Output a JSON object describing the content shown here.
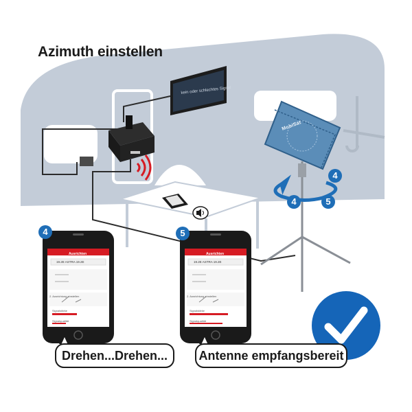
{
  "title": "Azimuth einstellen",
  "bubbles": {
    "left": "Drehen...Drehen...",
    "right": "Antenne empfangsbereit"
  },
  "steps": {
    "phone_a": "4",
    "phone_b": "5",
    "antenna_left_rotate": "4",
    "antenna_right_rotate": "4",
    "antenna_lock": "5"
  },
  "tv_screen_text": "kein oder schlechtes Signal",
  "antenna_brand": "MobiSat",
  "app": {
    "header": "Ausrichten",
    "satellite": "19.2E ASTRA 19.2E",
    "labels": [
      "2. Ausrichtung einstellen",
      "Signalstärke",
      "Signalqualität"
    ]
  },
  "colors": {
    "caravan": "#c3ccd8",
    "accent_blue": "#1f6eb7",
    "signal_red": "#d61b23",
    "check_blue": "#1565b8"
  },
  "icons": [
    "speaker-icon",
    "checkmark-icon",
    "rotate-arrow-icon",
    "wireless-signal-icon"
  ]
}
